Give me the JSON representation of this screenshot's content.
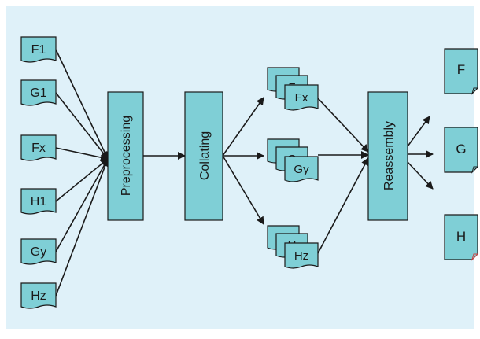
{
  "diagram": {
    "background_color": "#dff1f9",
    "shape_fill": "#7fcfd6",
    "stroke_color": "#1a1a1a",
    "inputs": [
      "F1",
      "G1",
      "Fx",
      "H1",
      "Gy",
      "Hz"
    ],
    "stages": {
      "preprocessing": "Preprocessing",
      "collating": "Collating",
      "reassembly": "Reassembly"
    },
    "groups": [
      {
        "back": "F",
        "mid": "F",
        "front": "Fx"
      },
      {
        "back": "G",
        "mid": "G",
        "front": "Gy"
      },
      {
        "back": "H",
        "mid": "H",
        "front": "Hz"
      }
    ],
    "outputs": [
      "F",
      "G",
      "H"
    ]
  }
}
